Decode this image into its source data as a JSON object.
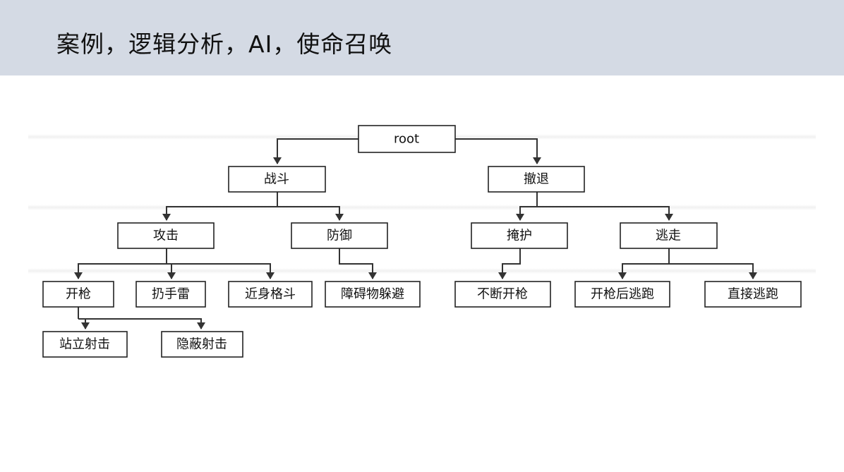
{
  "slide": {
    "title": "案例，逻辑分析，AI，使命召唤"
  },
  "tree": {
    "root": "root",
    "combat": "战斗",
    "retreat": "撤退",
    "attack": "攻击",
    "defend": "防御",
    "cover": "掩护",
    "flee": "逃走",
    "fire": "开枪",
    "grenade": "扔手雷",
    "melee": "近身格斗",
    "dodge": "障碍物躲避",
    "keep_firing": "不断开枪",
    "fire_then_flee": "开枪后逃跑",
    "flee_directly": "直接逃跑",
    "standing_shot": "站立射击",
    "covered_shot": "隐蔽射击"
  },
  "colors": {
    "header_bg": "#d4dae4",
    "line": "#333333",
    "box_border": "#222222"
  }
}
